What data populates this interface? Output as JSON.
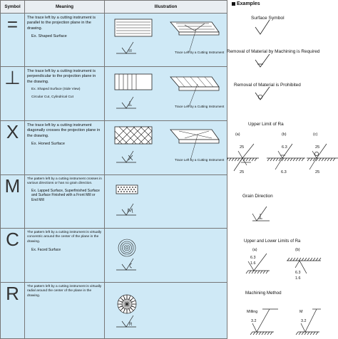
{
  "table": {
    "headers": [
      "Symbol",
      "Meaning",
      "Illustration"
    ],
    "rows": [
      {
        "symbol": "=",
        "meaning": "The trace left by a cutting instrument is parallel to the projection plane in the drawing.",
        "examples": [
          "Ex. Shaped Surface"
        ],
        "callout": "Trace Left by a Cutting Instrument",
        "mark": "="
      },
      {
        "symbol": "⊥",
        "meaning": "The trace left by a cutting instrument is perpendicular to the projection plane in the drawing.",
        "examples": [
          "Ex. Shaped Surface (Side View)",
          "Circular Cut, Cylindrical Cut"
        ],
        "callout": "Trace Left by a Cutting Instrument",
        "mark": "⊥"
      },
      {
        "symbol": "X",
        "meaning": "The trace left by a cutting instrument diagonally crosses the projection plane in the drawing.",
        "examples": [
          "Ex. Honed Surface"
        ],
        "callout": "Trace Left by a Cutting Instrument",
        "mark": "X"
      },
      {
        "symbol": "M",
        "meaning": "The pattern left by a cutting instrument crosses in various directions or has no grain direction.",
        "examples": [
          "Ex. Lapped Surface, Superfinished Surface and Surface Finished with a Front Mill or End Mill"
        ],
        "mark": "M"
      },
      {
        "symbol": "C",
        "meaning": "The pattern left by a cutting instrument is virtually concentric around the center of the plane in the drawing.",
        "examples": [
          "Ex. Faced Surface"
        ],
        "mark": "C"
      },
      {
        "symbol": "R",
        "meaning": "The pattern left by a cutting instrument is virtually radial around the center of the plane in the drawing.",
        "examples": [],
        "mark": "R"
      }
    ]
  },
  "examples": {
    "title": "Examples",
    "surface_symbol": "Surface Symbol",
    "removal_required": "Removal of Material by Machining is Required",
    "removal_prohibited": "Removal of Material is Prohibited",
    "upper_limit": "Upper Limit of Ra",
    "labels_abc": [
      "(a)",
      "(b)",
      "(c)"
    ],
    "ra_values": [
      "25",
      "6.3",
      "25"
    ],
    "ra_lower_values": [
      "25",
      "6.3",
      "25"
    ],
    "grain_direction": "Grain Direction",
    "upper_lower": "Upper and Lower Limits of Ra",
    "labels_ab": [
      "(a)",
      "(b)"
    ],
    "ul_a": [
      "6.3",
      "1.6"
    ],
    "ul_b": [
      "6.3",
      "1.6"
    ],
    "machining": "Machining Method",
    "milling": "Milling",
    "mm_a": "3.2",
    "mm_b_top": "M",
    "mm_b_bottom": "3.2"
  }
}
